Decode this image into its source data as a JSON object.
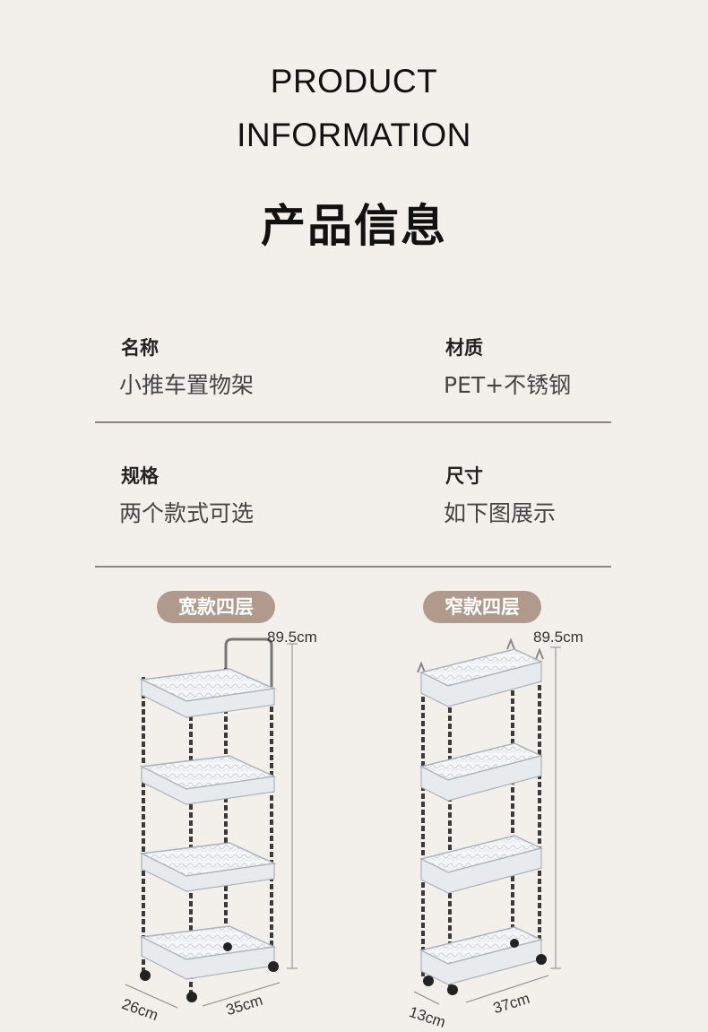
{
  "header": {
    "title_line1": "PRODUCT",
    "title_line2": "INFORMATION",
    "title_cn": "产品信息"
  },
  "specs": [
    {
      "label": "名称",
      "value": "小推车置物架"
    },
    {
      "label": "材质",
      "value": "PET+不锈钢"
    },
    {
      "label": "规格",
      "value": "两个款式可选"
    },
    {
      "label": "尺寸",
      "value": "如下图展示"
    }
  ],
  "variants": [
    {
      "name": "宽款四层",
      "height": "89.5cm",
      "depth": "26cm",
      "width": "35cm",
      "rack": "wide-four-tier-rack"
    },
    {
      "name": "窄款四层",
      "height": "89.5cm",
      "depth": "13cm",
      "width": "37cm",
      "rack": "narrow-four-tier-rack"
    }
  ],
  "colors": {
    "background": "#f3f0eb",
    "pill": "#b09a8c",
    "rule": "#8f8580",
    "text": "#1a1a1a"
  }
}
